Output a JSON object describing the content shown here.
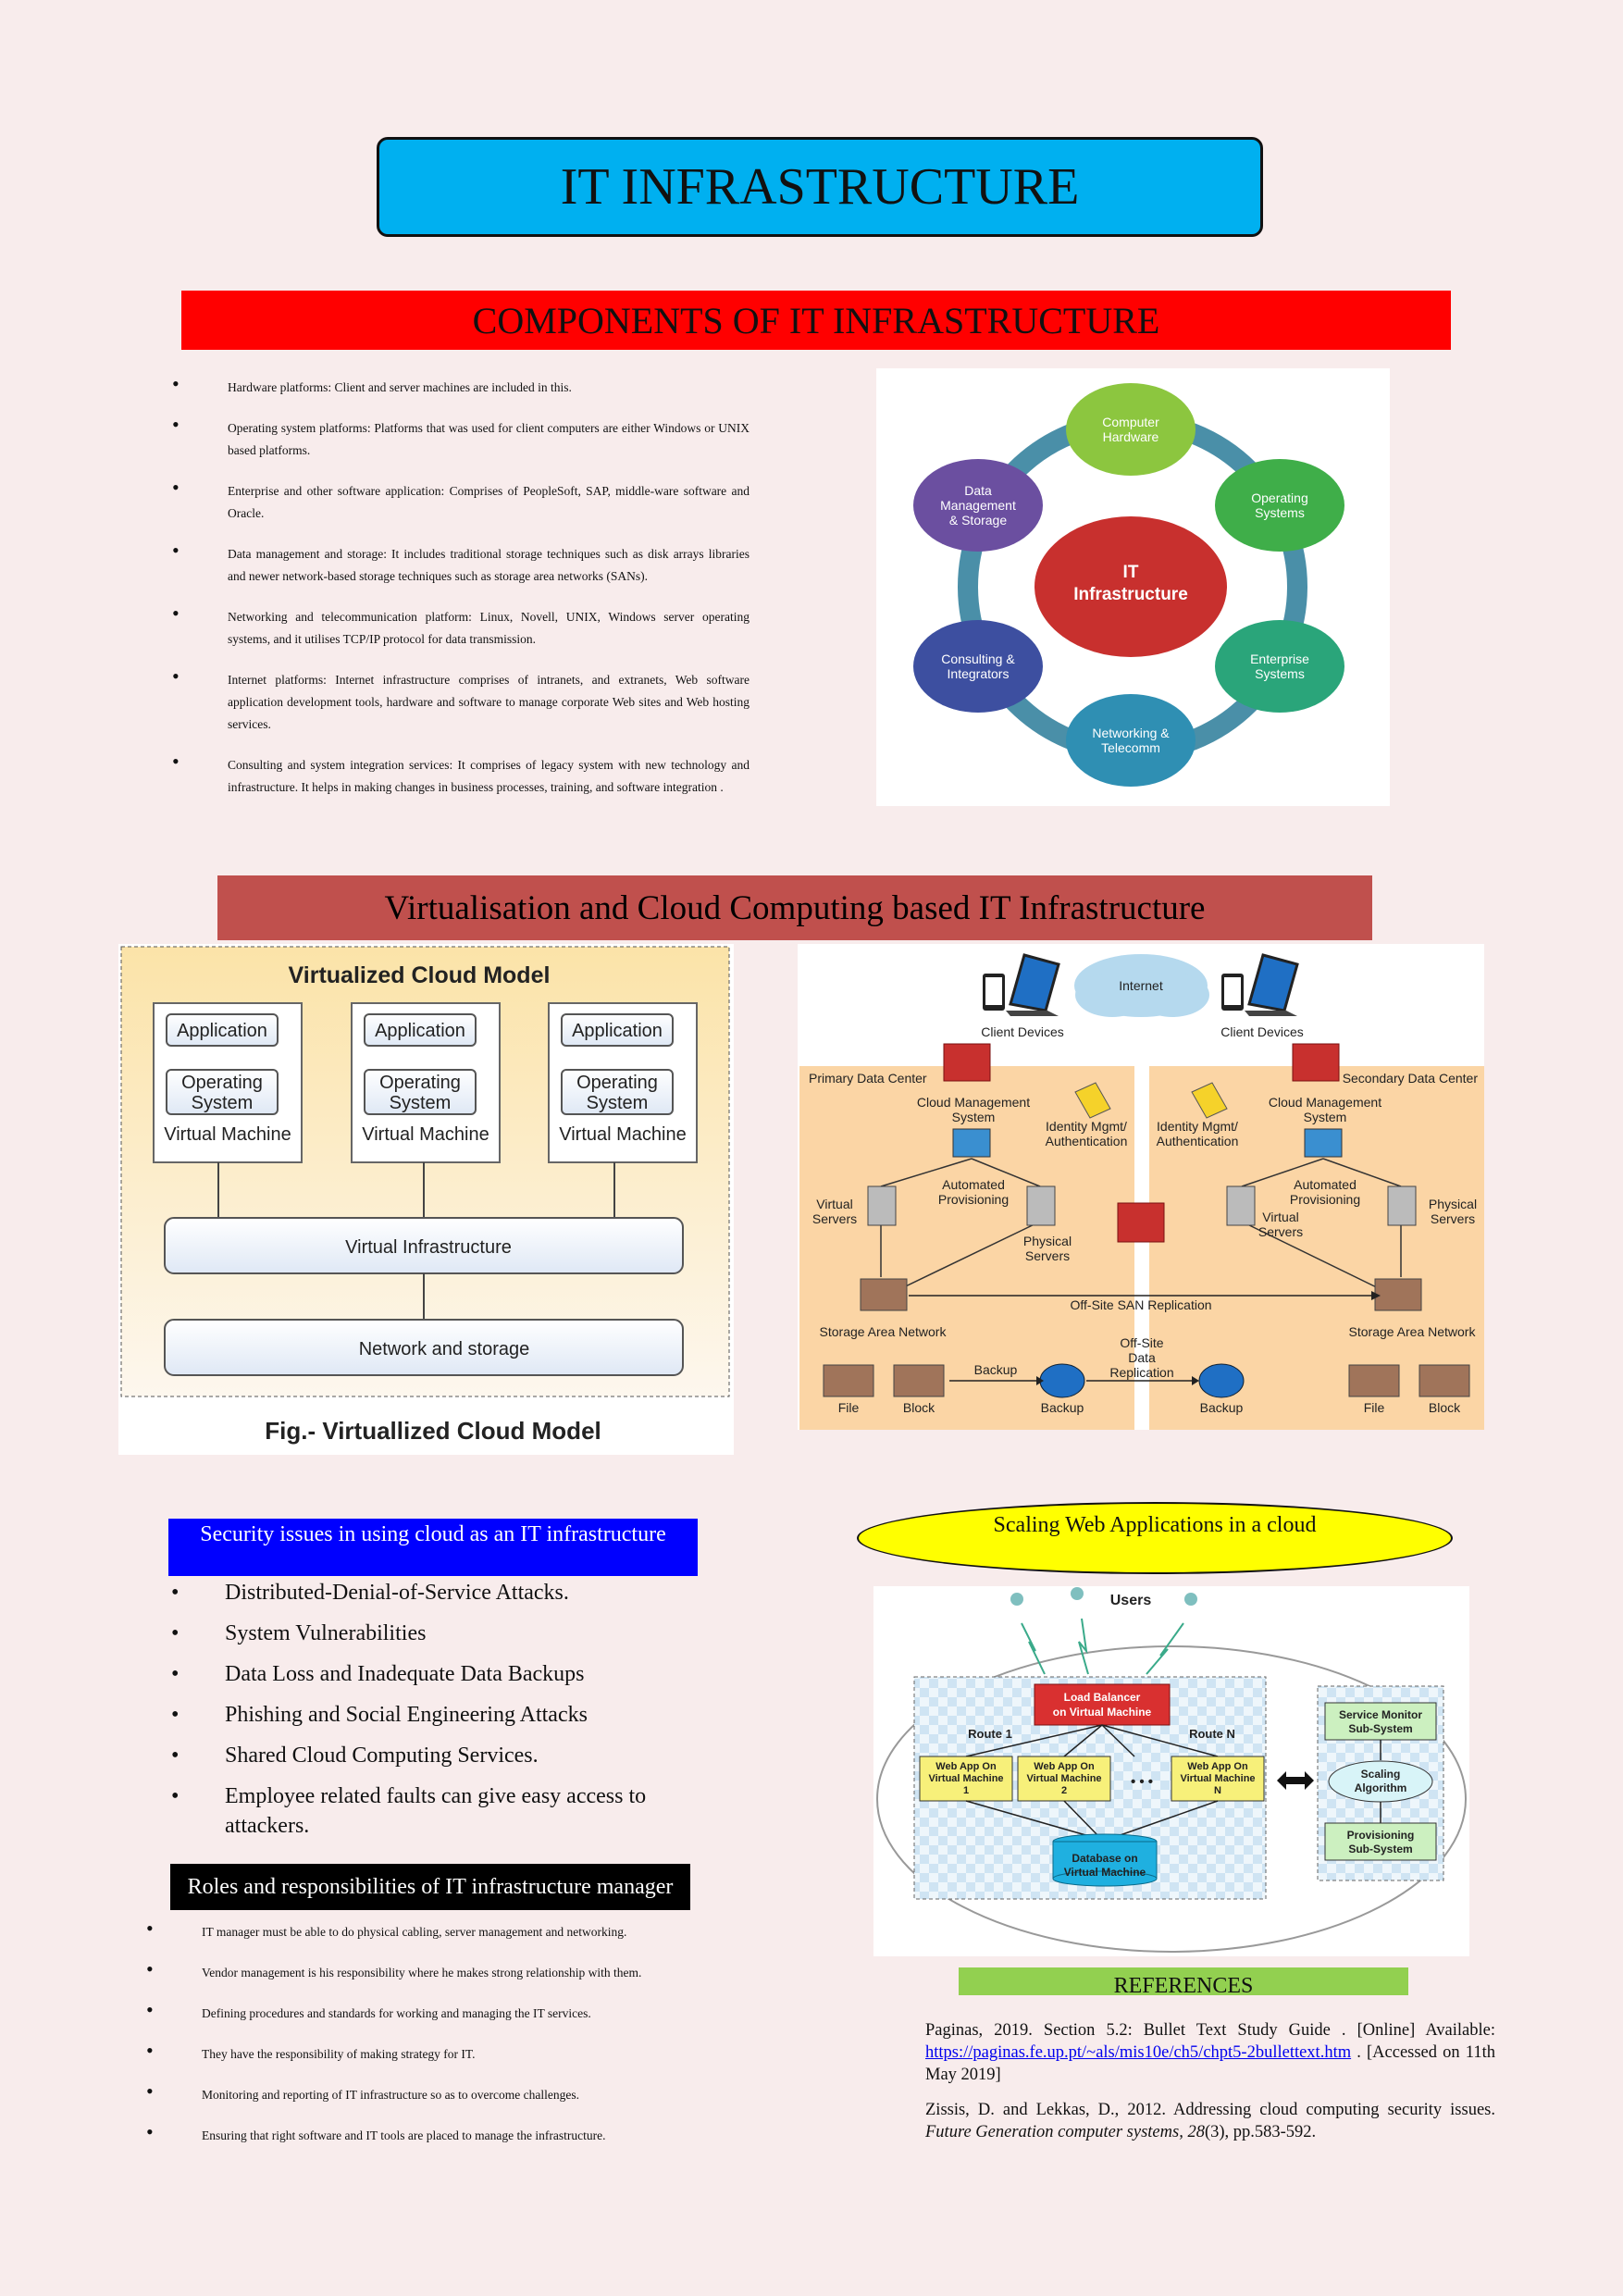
{
  "title": "IT INFRASTRUCTURE",
  "components": {
    "heading": "COMPONENTS OF IT INFRASTRUCTURE",
    "items": [
      "Hardware platforms: Client and server machines are included in this.",
      "Operating system platforms: Platforms that was used for client computers are either Windows or UNIX based platforms.",
      "Enterprise and other software application: Comprises of PeopleSoft, SAP, middle-ware software and Oracle.",
      "Data management and storage: It includes traditional storage techniques such as disk arrays libraries and newer network-based storage techniques such as storage area networks (SANs).",
      "Networking and telecommunication platform: Linux, Novell, UNIX, Windows server operating systems, and it utilises TCP/IP protocol for data transmission.",
      "Internet platforms: Internet infrastructure comprises of intranets, and extranets, Web software application development tools, hardware and software to manage corporate Web sites and Web hosting services.",
      "Consulting and system integration services: It comprises of legacy system with new technology and infrastructure. It helps in making changes in business processes, training, and software integration ."
    ],
    "diagram": {
      "center": [
        "IT",
        "Infrastructure"
      ],
      "nodes": [
        {
          "lines": [
            "Computer",
            "Hardware"
          ],
          "color": "#8cc63f"
        },
        {
          "lines": [
            "Operating",
            "Systems"
          ],
          "color": "#3fae49"
        },
        {
          "lines": [
            "Enterprise",
            "Systems"
          ],
          "color": "#2aa57a"
        },
        {
          "lines": [
            "Networking &",
            "Telecomm"
          ],
          "color": "#2f8fb3"
        },
        {
          "lines": [
            "Consulting &",
            "Integrators"
          ],
          "color": "#3d4fa0"
        },
        {
          "lines": [
            "Data",
            "Management",
            "& Storage"
          ],
          "color": "#6b4fa0"
        }
      ]
    }
  },
  "virtualisation": {
    "heading": "Virtualisation and Cloud Computing based IT Infrastructure",
    "model": {
      "title": "Virtualized Cloud Model",
      "vm_app": "Application",
      "vm_os": [
        "Operating",
        "System"
      ],
      "vm_label": "Virtual Machine",
      "infra": "Virtual Infrastructure",
      "network": "Network and storage",
      "caption": "Fig.- Virtuallized Cloud Model"
    },
    "dc": {
      "internet": "Internet",
      "client_devices": "Client Devices",
      "primary": "Primary Data Center",
      "secondary": "Secondary Data Center",
      "cms": [
        "Cloud Management",
        "System"
      ],
      "idm": [
        "Identity Mgmt/",
        "Authentication"
      ],
      "auto": [
        "Automated",
        "Provisioning"
      ],
      "virtual_servers": [
        "Virtual",
        "Servers"
      ],
      "physical_servers": [
        "Physical",
        "Servers"
      ],
      "offsite_san": "Off-Site SAN Replication",
      "san": "Storage Area Network",
      "offsite_data": [
        "Off-Site",
        "Data",
        "Replication"
      ],
      "backup": "Backup",
      "file": "File",
      "block": "Block"
    }
  },
  "security": {
    "heading": "Security issues in  using cloud as an IT infrastructure",
    "items": [
      "Distributed-Denial-of-Service Attacks.",
      "System Vulnerabilities",
      "Data Loss and Inadequate Data Backups",
      "Phishing and Social Engineering Attacks",
      "Shared Cloud Computing Services.",
      "Employee related faults can give easy access to attackers."
    ]
  },
  "roles": {
    "heading": "Roles and responsibilities of IT infrastructure manager",
    "items": [
      "IT manager must be able to do physical cabling, server management and networking.",
      "Vendor management is his responsibility  where he makes strong relationship with them.",
      "Defining  procedures and standards for working and managing the IT services.",
      "They have the responsibility of making strategy for IT.",
      "Monitoring and reporting of IT infrastructure so as to overcome challenges.",
      "Ensuring that right software and IT tools are placed to manage the infrastructure."
    ]
  },
  "scaling": {
    "heading": "Scaling Web Applications in  a cloud",
    "diagram": {
      "users": "Users",
      "lb": [
        "Load Balancer",
        "on Virtual Machine"
      ],
      "route1": "Route 1",
      "routeN": "Route N",
      "apps": [
        [
          "Web App On",
          "Virtual Machine",
          "1"
        ],
        [
          "Web App On",
          "Virtual Machine",
          "2"
        ],
        [
          "Web App On",
          "Virtual Machine",
          "N"
        ]
      ],
      "dots": "• • •",
      "db": [
        "Database on",
        "Virtual Machine"
      ],
      "monitor": [
        "Service Monitor",
        "Sub-System"
      ],
      "scaling": [
        "Scaling",
        "Algorithm"
      ],
      "prov": [
        "Provisioning",
        "Sub-System"
      ]
    }
  },
  "references": {
    "heading": "REFERENCES",
    "ref1_text": "Paginas, 2019. Section 5.2: Bullet Text Study Guide . [Online] Available: ",
    "ref1_link": "https://paginas.fe.up.pt/~als/mis10e/ch5/chpt5-2bullettext.htm",
    "ref1_after": " . [Accessed on 11th May 2019]",
    "ref2_text": "Zissis, D. and Lekkas, D., 2012. Addressing cloud computing security issues. ",
    "ref2_journal": "Future Generation computer systems",
    "ref2_vol": ", 28",
    "ref2_issue": "(3), pp.583-592."
  }
}
